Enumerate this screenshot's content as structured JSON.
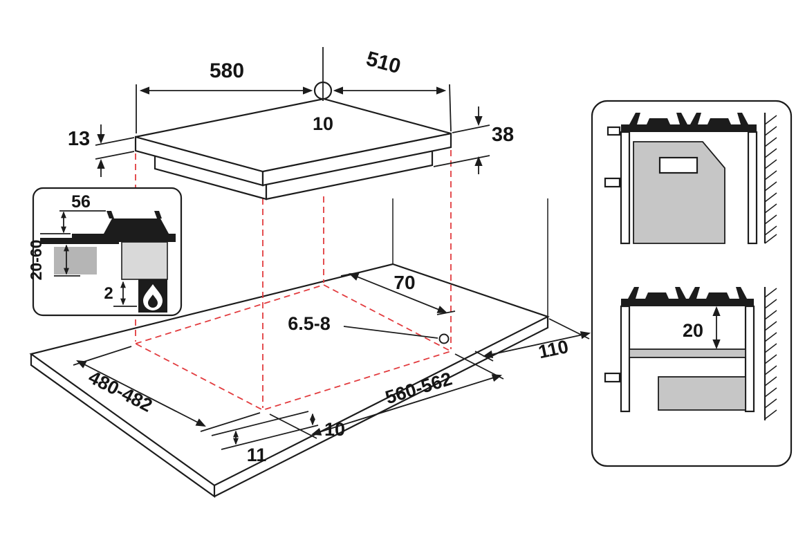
{
  "colors": {
    "line": "#1c1c1c",
    "projection_dashed": "#e23b3e",
    "cabinet_gray": "#c6c6c6",
    "hob_body_gray": "#d9d9d9",
    "worktop_section_gray": "#b5b5b5"
  },
  "hob": {
    "width": "580",
    "depth": "510",
    "hole": "10",
    "panel_thickness": "13",
    "total_height": "38"
  },
  "detail_inset": {
    "grate_height": "56",
    "worktop_thickness": "20-60",
    "bottom_clearance": "2"
  },
  "worktop": {
    "rear_clearance": "70",
    "fixing_hole": "6.5-8",
    "side_clearance": "110",
    "cutout_depth": "480-482",
    "cutout_width": "560-562",
    "front_offset": "10",
    "front_edge_offset": "11"
  },
  "side_views": {
    "shelf_clearance": "20"
  }
}
